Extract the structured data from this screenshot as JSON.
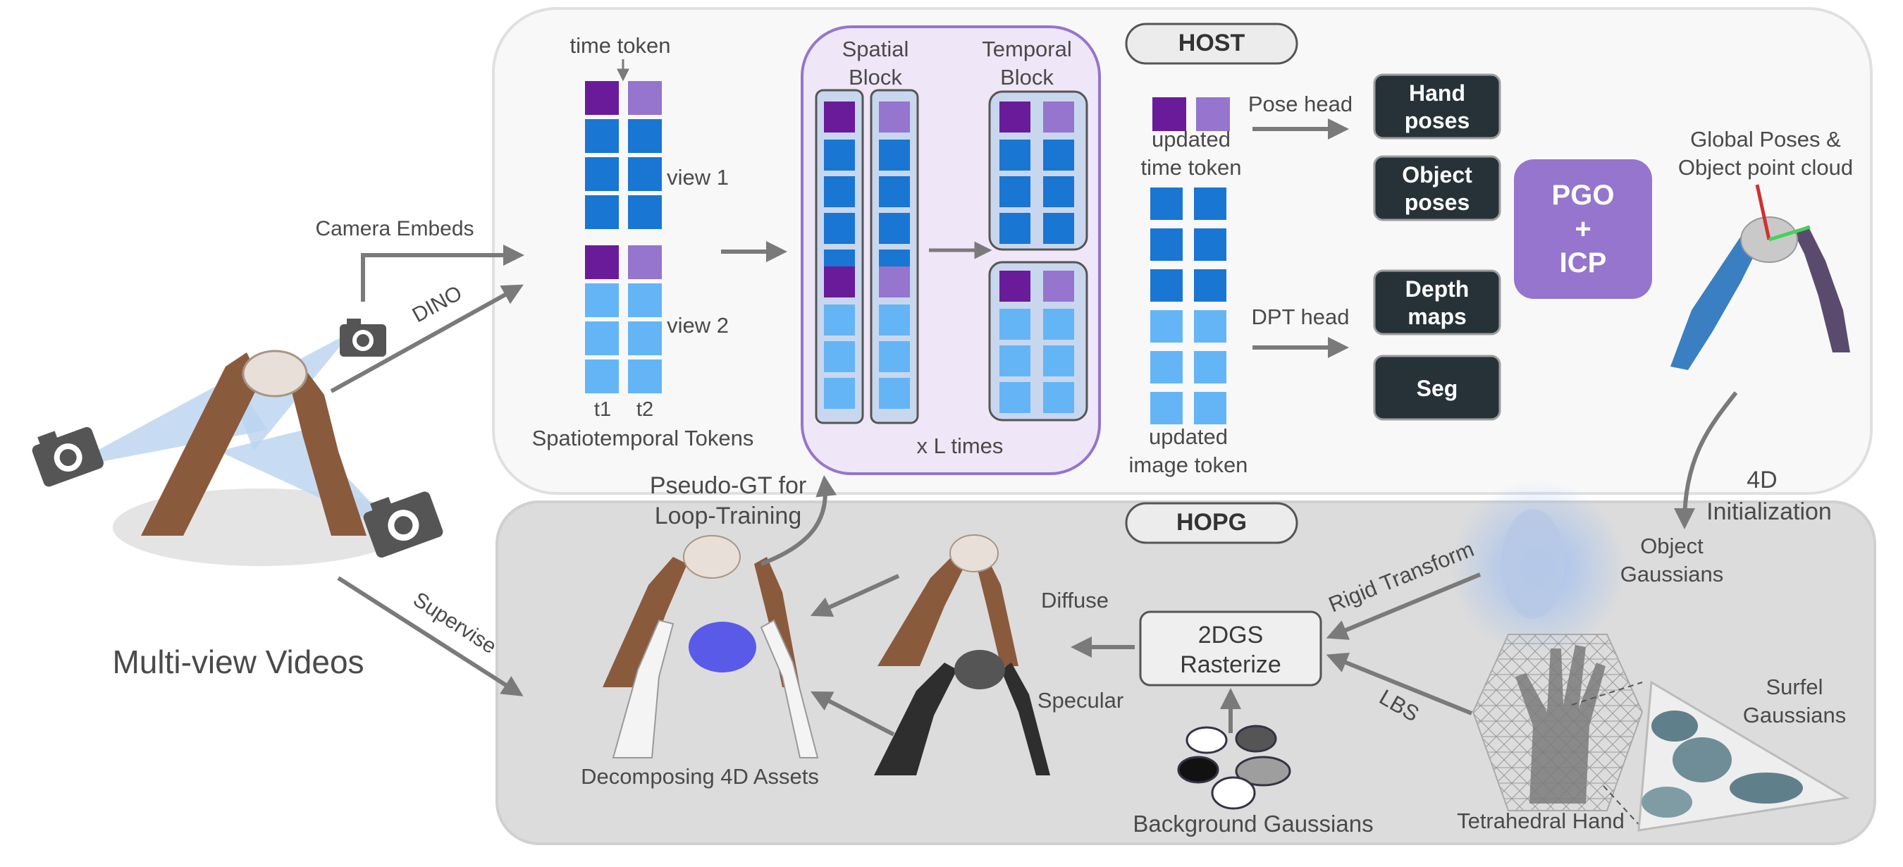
{
  "host": {
    "title": "HOST",
    "time_token": "time token",
    "view1": "view 1",
    "view2": "view 2",
    "t1": "t1",
    "t2": "t2",
    "spatiotemporal_tokens": "Spatiotemporal Tokens",
    "spatial_block": [
      "Spatial",
      "Block"
    ],
    "temporal_block": [
      "Temporal",
      "Block"
    ],
    "x_l_times": "x L times",
    "updated_time_token": [
      "updated",
      "time token"
    ],
    "updated_image_token": [
      "updated",
      "image token"
    ],
    "pose_head": "Pose head",
    "dpt_head": "DPT head",
    "hand_poses": [
      "Hand",
      "poses"
    ],
    "object_poses": [
      "Object",
      "poses"
    ],
    "depth_maps": [
      "Depth",
      "maps"
    ],
    "seg": "Seg",
    "pgo_icp": [
      "PGO",
      "+",
      "ICP"
    ],
    "global_poses": [
      "Global Poses &",
      "Object point cloud"
    ]
  },
  "inputs": {
    "camera_embeds": "Camera Embeds",
    "dino": "DINO",
    "multi_view_videos": "Multi-view Videos",
    "supervise": "Supervise"
  },
  "hopg": {
    "title": "HOPG",
    "pseudo_gt": [
      "Pseudo-GT for",
      "Loop-Training"
    ],
    "init_4d": [
      "4D",
      "Initialization"
    ],
    "object_gaussians": [
      "Object",
      "Gaussians"
    ],
    "rigid_transform": "Rigid Transform",
    "lbs": "LBS",
    "rasterize": [
      "2DGS",
      "Rasterize"
    ],
    "diffuse": "Diffuse",
    "specular": "Specular",
    "decomposing": "Decomposing 4D Assets",
    "background_gaussians": "Background Gaussians",
    "tetrahedral_hand": "Tetrahedral Hand",
    "surfel_gaussians": [
      "Surfel",
      "Gaussians"
    ]
  },
  "colors": {
    "token_dark_purple": "#6a1b9a",
    "token_light_purple": "#9575cd",
    "token_blue": "#1976d2",
    "token_light_blue": "#64b5f6",
    "head_box": "#263238",
    "pgo_box": "#9575cd",
    "block_panel": "#efe6f7",
    "block_border": "#9575cd"
  }
}
